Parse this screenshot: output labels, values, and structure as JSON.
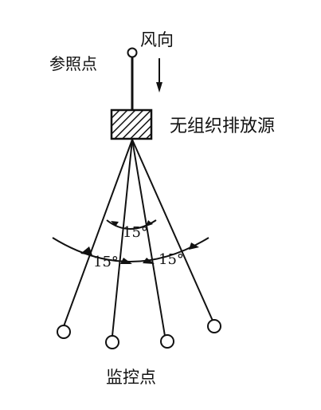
{
  "labels": {
    "wind_direction": "风向",
    "reference_point": "参照点",
    "unorganized_emission_source": "无组织排放源",
    "monitoring_points": "监控点"
  },
  "angle_labels": [
    "15°",
    "15°",
    "15°"
  ],
  "colors": {
    "line": "#111111",
    "background": "#ffffff"
  }
}
